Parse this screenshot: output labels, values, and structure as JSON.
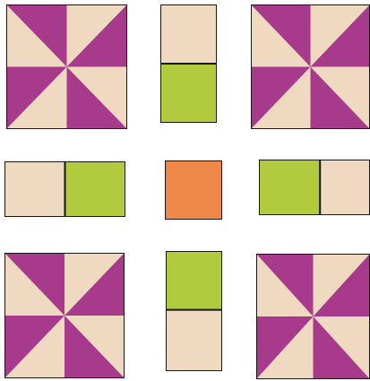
{
  "colors": {
    "background": "#ffffff",
    "cream_fabric": "#efd9c0",
    "cream_fabric_light": "#f5e6d2",
    "magenta_fabric": "#a83a8c",
    "green_fabric": "#b2cb3e",
    "orange_fabric": "#ef864a",
    "outline": "#161616"
  },
  "layout": {
    "rows": 3,
    "columns": 3
  },
  "blocks": [
    {
      "row": 1,
      "col": 1,
      "kind": "pinwheel",
      "colors": [
        "magenta_fabric",
        "cream_fabric"
      ]
    },
    {
      "row": 1,
      "col": 2,
      "kind": "two-patch vertical",
      "colors": [
        "cream_fabric",
        "green_fabric"
      ]
    },
    {
      "row": 1,
      "col": 3,
      "kind": "pinwheel",
      "colors": [
        "magenta_fabric",
        "cream_fabric"
      ]
    },
    {
      "row": 2,
      "col": 1,
      "kind": "two-patch horizontal",
      "colors": [
        "cream_fabric",
        "green_fabric"
      ]
    },
    {
      "row": 2,
      "col": 2,
      "kind": "single square",
      "colors": [
        "orange_fabric"
      ]
    },
    {
      "row": 2,
      "col": 3,
      "kind": "two-patch horizontal",
      "colors": [
        "green_fabric",
        "cream_fabric"
      ]
    },
    {
      "row": 3,
      "col": 1,
      "kind": "pinwheel",
      "colors": [
        "magenta_fabric",
        "cream_fabric"
      ]
    },
    {
      "row": 3,
      "col": 2,
      "kind": "two-patch vertical",
      "colors": [
        "green_fabric",
        "cream_fabric"
      ]
    },
    {
      "row": 3,
      "col": 3,
      "kind": "pinwheel",
      "colors": [
        "magenta_fabric",
        "cream_fabric"
      ]
    }
  ]
}
